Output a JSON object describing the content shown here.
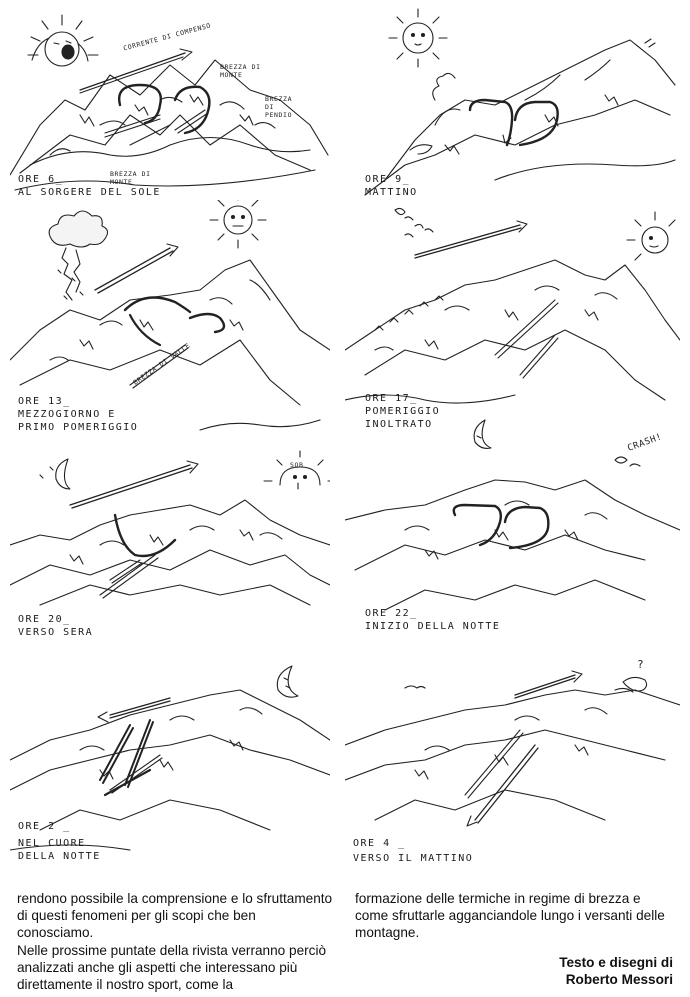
{
  "panels": [
    {
      "time": "ORE 6_",
      "desc": "AL SORGERE DEL SOLE",
      "labels": [
        "CORRENTE DI COMPENSO",
        "BREZZA DI MONTE",
        "BREZZA DI PENDIO",
        "BREZZA DI MONTE"
      ]
    },
    {
      "time": "ORE 9_",
      "desc": "MATTINO",
      "labels": []
    },
    {
      "time": "ORE 13_",
      "desc": "MEZZOGIORNO E PRIMO POMERIGGIO",
      "desc_lines": [
        "MEZZOGIORNO E",
        "PRIMO POMERIGGIO"
      ],
      "labels": [
        "BREZZA DI VALLE"
      ]
    },
    {
      "time": "ORE 17_",
      "desc": "POMERIGGIO INOLTRATO",
      "desc_lines": [
        "POMERIGGIO",
        "INOLTRATO"
      ],
      "labels": []
    },
    {
      "time": "ORE 20_",
      "desc": "VERSO SERA",
      "labels": [
        "SOB"
      ]
    },
    {
      "time": "ORE 22_",
      "desc": "INIZIO DELLA NOTTE",
      "labels": [
        "CRASH!"
      ]
    },
    {
      "time": "ORE 2 _",
      "desc": "NEL CUORE DELLA NOTTE",
      "desc_lines": [
        "NEL CUORE",
        "DELLA NOTTE"
      ],
      "labels": []
    },
    {
      "time": "ORE 4 _",
      "desc": "VERSO IL MATTINO",
      "labels": [
        "?"
      ]
    }
  ],
  "body": {
    "left": "rendono possibile la comprensione e lo sfruttamento di questi fenomeni per gli scopi che ben conosciamo.",
    "left2": "Nelle prossime puntate della rivista verranno perciò analizzati anche gli aspetti che interessano più direttamente il nostro sport, come la",
    "right": "formazione delle termiche in regime di brezza e come sfruttarle agganciandole lungo i versanti delle montagne."
  },
  "credit": {
    "line1": "Testo e disegni di",
    "line2": "Roberto Messori"
  }
}
